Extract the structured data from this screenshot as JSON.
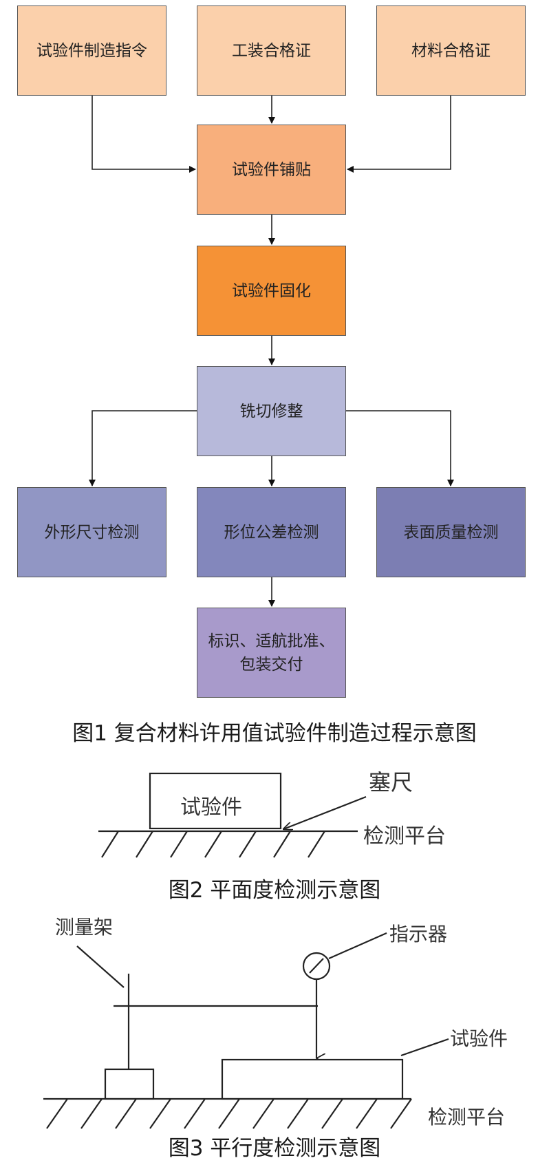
{
  "fig1": {
    "inputs": [
      "试验件制造指令",
      "工装合格证",
      "材料合格证"
    ],
    "layup": "试验件铺贴",
    "cure": "试验件固化",
    "mill": "铣切修整",
    "inspections": [
      "外形尺寸检测",
      "形位公差检测",
      "表面质量检测"
    ],
    "final_line1": "标识、适航批准、",
    "final_line2": "包装交付",
    "caption": "图1 复合材料许用值试验件制造过程示意图"
  },
  "fig2": {
    "specimen": "试验件",
    "feeler": "塞尺",
    "platform": "检测平台",
    "caption": "图2 平面度检测示意图"
  },
  "fig3": {
    "stand": "测量架",
    "indicator": "指示器",
    "specimen": "试验件",
    "platform": "检测平台",
    "caption": "图3 平行度检测示意图"
  },
  "colors": {
    "input": "#fbd0ab",
    "layup": "#f8af7c",
    "cure": "#f59236",
    "mill": "#b7b9da",
    "inspect": "#8387bc",
    "final": "#a89acb"
  }
}
